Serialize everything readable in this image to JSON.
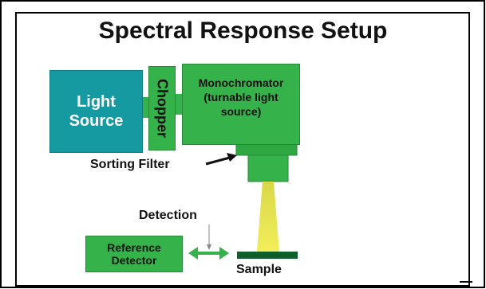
{
  "title": "Spectral Response Setup",
  "components": {
    "light_source": {
      "line1": "Light",
      "line2": "Source"
    },
    "chopper": "Chopper",
    "monochromator": {
      "line1": "Monochromator",
      "line2": "(turnable light",
      "line3": "source)"
    },
    "reference_detector": {
      "line1": "Reference",
      "line2": "Detector"
    }
  },
  "labels": {
    "sorting_filter": "Sorting Filter",
    "detection": "Detection",
    "sample": "Sample"
  },
  "colors": {
    "teal": "#159aa1",
    "green": "#35b24a",
    "sample_bar": "#0f5f2a",
    "beam": "#f2ee5a"
  }
}
